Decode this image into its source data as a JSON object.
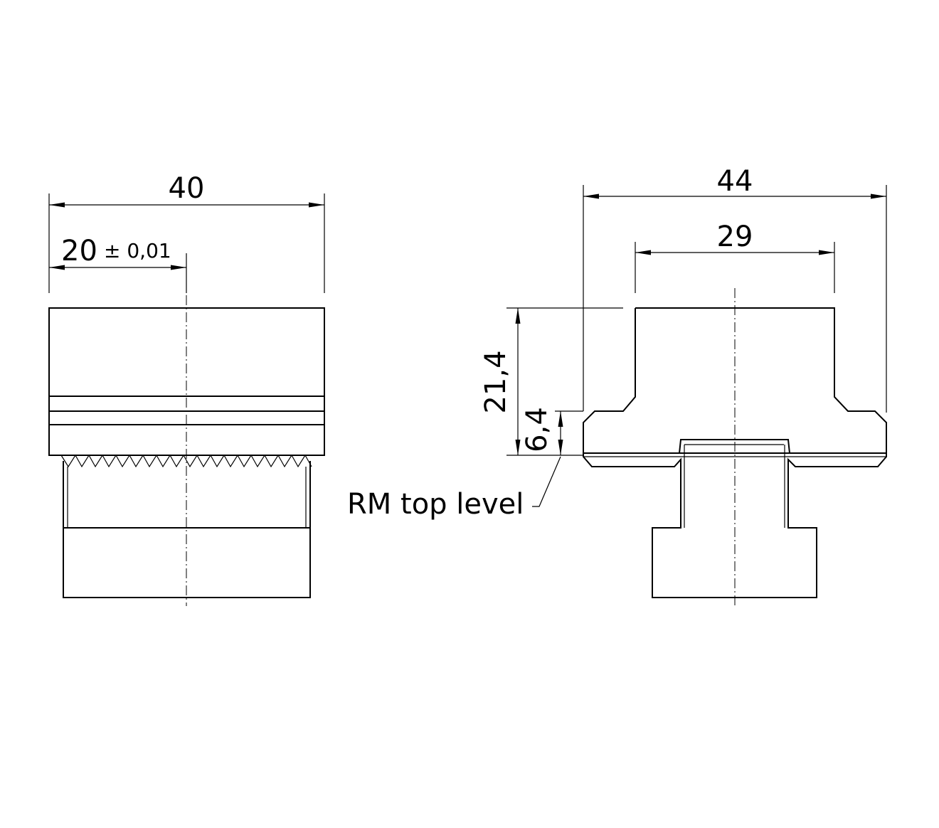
{
  "left_view": {
    "width_dim": "40",
    "half_width_dim": "20",
    "tolerance": "± 0,01"
  },
  "right_view": {
    "width_dim": "44",
    "inner_width_dim": "29",
    "height_dim": "21,4",
    "low_height_dim": "6,4",
    "reference_label": "RM top level"
  }
}
